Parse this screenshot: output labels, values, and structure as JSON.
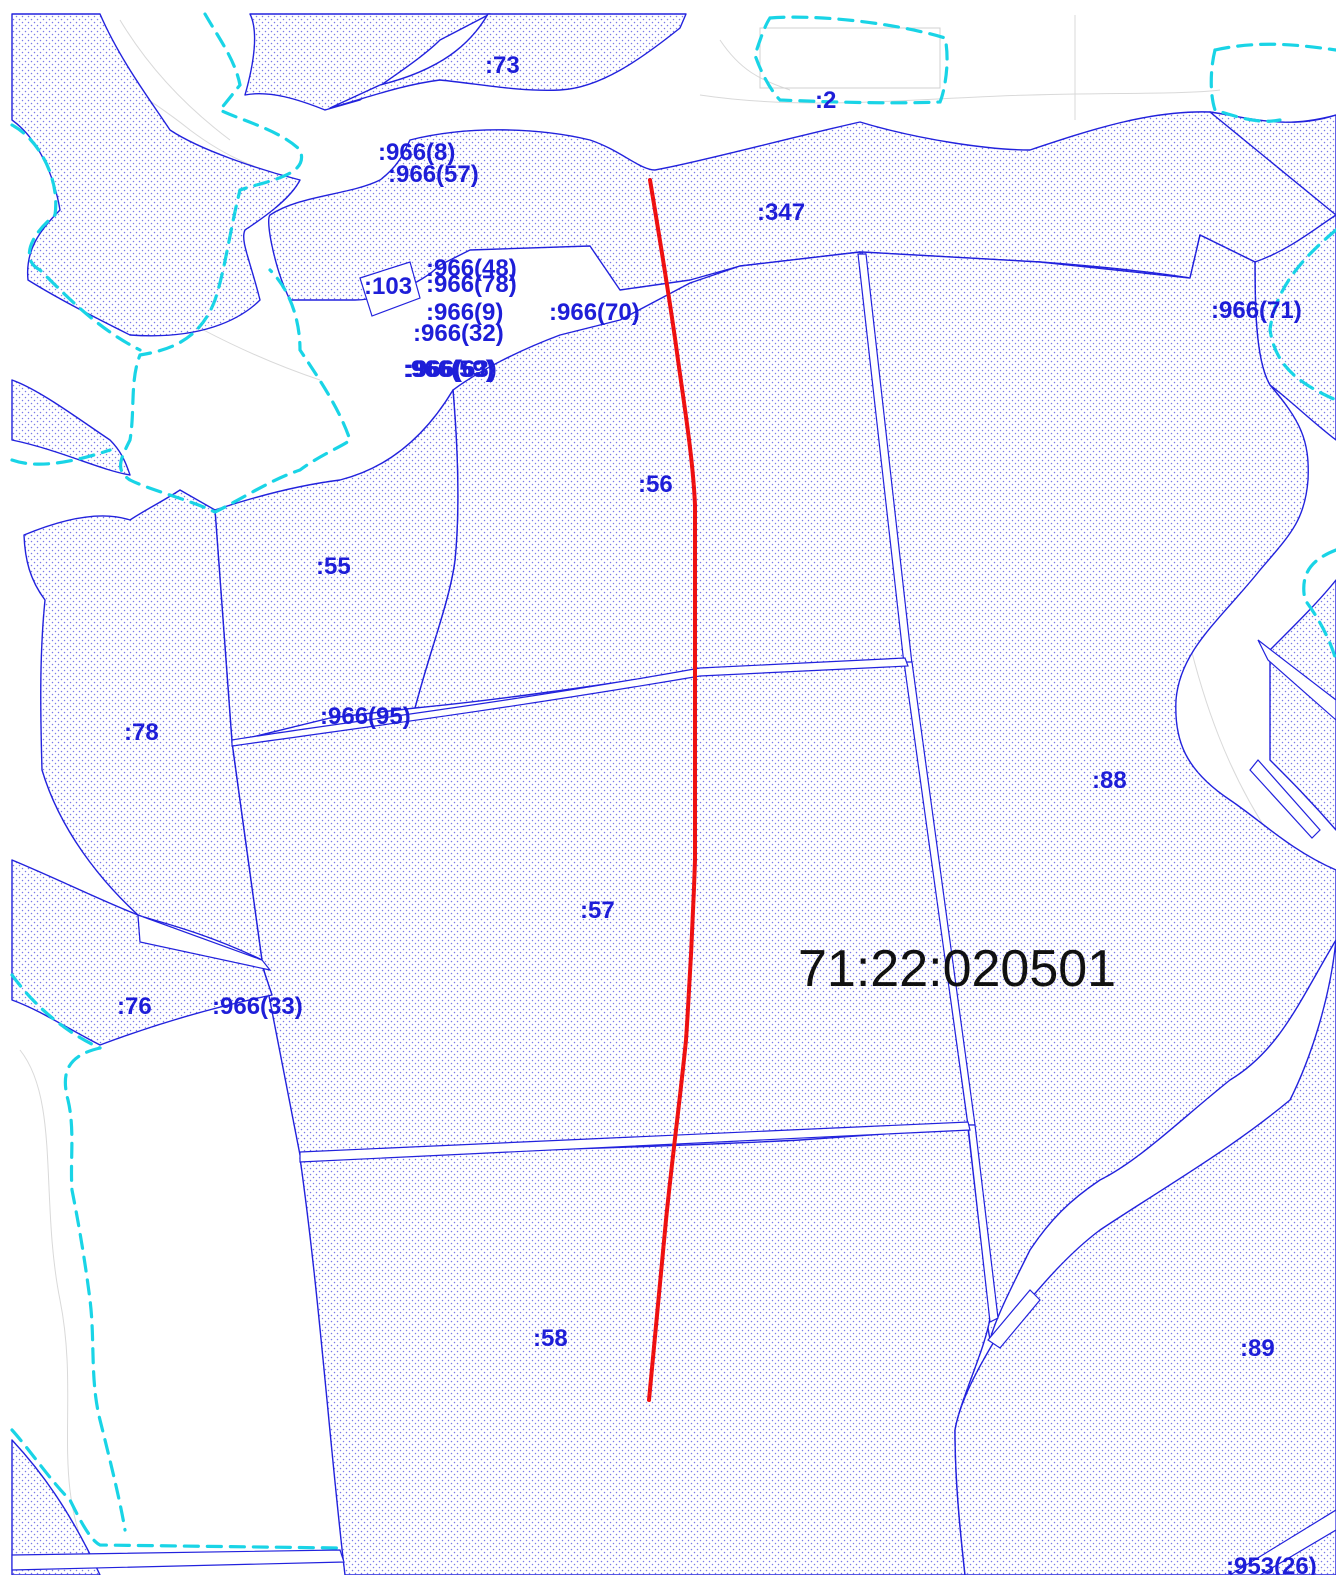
{
  "map": {
    "quarter_number": "71:22:020501",
    "colors": {
      "parcel_border": "#2222dd",
      "parcel_fill_dots": "#7a7ae8",
      "label": "#1e1ed8",
      "dashed_boundary": "#19d4e6",
      "route_line": "#ee1111",
      "quarter_text": "#111111"
    },
    "parcel_labels": [
      {
        "id": "p73",
        "text": ":73"
      },
      {
        "id": "p2",
        "text": ":2"
      },
      {
        "id": "p966_8",
        "text": ":966(8)"
      },
      {
        "id": "p966_57",
        "text": ":966(57)"
      },
      {
        "id": "p347",
        "text": ":347"
      },
      {
        "id": "p966_48",
        "text": ":966(48)"
      },
      {
        "id": "p103",
        "text": ":103"
      },
      {
        "id": "p966_78",
        "text": ":966(78)"
      },
      {
        "id": "p966_9",
        "text": ":966(9)"
      },
      {
        "id": "p966_70",
        "text": ":966(70)"
      },
      {
        "id": "p966_32",
        "text": ":966(32)"
      },
      {
        "id": "p966_59",
        "text": ":966(59)"
      },
      {
        "id": "p966_63",
        "text": ":966(63)"
      },
      {
        "id": "p966_71",
        "text": ":966(71)"
      },
      {
        "id": "p56",
        "text": ":56"
      },
      {
        "id": "p55",
        "text": ":55"
      },
      {
        "id": "p966_95",
        "text": ":966(95)"
      },
      {
        "id": "p78",
        "text": ":78"
      },
      {
        "id": "p88",
        "text": ":88"
      },
      {
        "id": "p57",
        "text": ":57"
      },
      {
        "id": "p76",
        "text": ":76"
      },
      {
        "id": "p966_33",
        "text": ":966(33)"
      },
      {
        "id": "p58",
        "text": ":58"
      },
      {
        "id": "p89",
        "text": ":89"
      },
      {
        "id": "p953_26",
        "text": ":953(26)"
      }
    ]
  }
}
